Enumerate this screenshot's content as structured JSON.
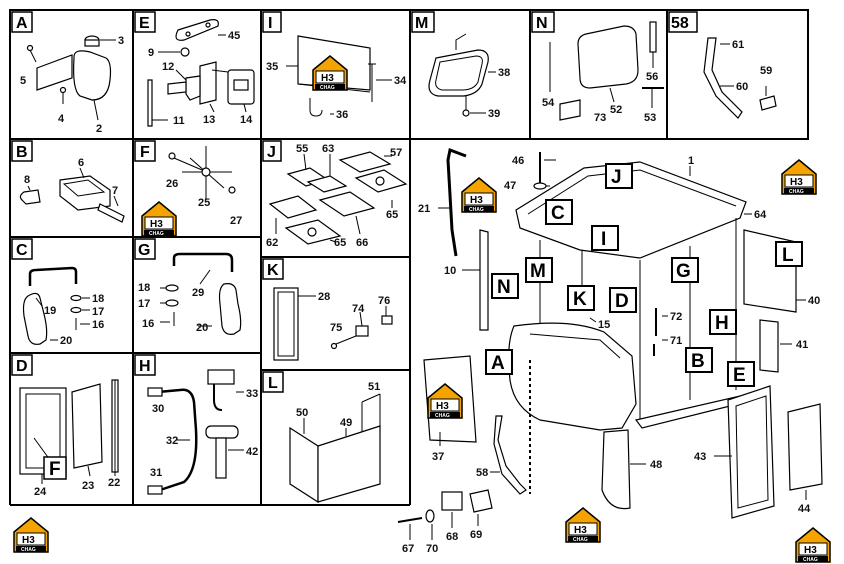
{
  "panels": [
    {
      "id": "A",
      "label": "A"
    },
    {
      "id": "E",
      "label": "E"
    },
    {
      "id": "I",
      "label": "I"
    },
    {
      "id": "M",
      "label": "M"
    },
    {
      "id": "N",
      "label": "N"
    },
    {
      "id": "58",
      "label": "58"
    },
    {
      "id": "B",
      "label": "B"
    },
    {
      "id": "F",
      "label": "F"
    },
    {
      "id": "J",
      "label": "J"
    },
    {
      "id": "C",
      "label": "C"
    },
    {
      "id": "G",
      "label": "G"
    },
    {
      "id": "K",
      "label": "K"
    },
    {
      "id": "D",
      "label": "D"
    },
    {
      "id": "H",
      "label": "H"
    },
    {
      "id": "L",
      "label": "L"
    }
  ],
  "inset_letters": {
    "f_in_d": "F"
  },
  "cab_callouts": [
    "J",
    "C",
    "I",
    "M",
    "K",
    "N",
    "D",
    "G",
    "L",
    "H",
    "B",
    "E",
    "A"
  ],
  "numbers": {
    "a": [
      "3",
      "5",
      "4",
      "2"
    ],
    "e": [
      "45",
      "9",
      "12",
      "13",
      "14",
      "11"
    ],
    "i": [
      "35",
      "34",
      "36"
    ],
    "m": [
      "38",
      "39"
    ],
    "n": [
      "56",
      "52",
      "54",
      "73",
      "53"
    ],
    "s58": [
      "61",
      "59",
      "60"
    ],
    "b": [
      "6",
      "8",
      "7"
    ],
    "f": [
      "26",
      "25",
      "27"
    ],
    "j": [
      "55",
      "63",
      "57",
      "65",
      "62",
      "65",
      "66"
    ],
    "c": [
      "18",
      "19",
      "17",
      "16",
      "20"
    ],
    "g": [
      "18",
      "29",
      "17",
      "16",
      "20"
    ],
    "k": [
      "28",
      "74",
      "76",
      "75"
    ],
    "d": [
      "24",
      "23",
      "22"
    ],
    "h": [
      "30",
      "33",
      "32",
      "42",
      "31"
    ],
    "l": [
      "50",
      "49",
      "51"
    ],
    "main": [
      "46",
      "47",
      "1",
      "21",
      "64",
      "10",
      "15",
      "72",
      "40",
      "71",
      "41",
      "37",
      "48",
      "43",
      "58",
      "44",
      "67",
      "70",
      "68",
      "69"
    ]
  },
  "watermark": {
    "big": "H3",
    "small": "CHAG"
  }
}
